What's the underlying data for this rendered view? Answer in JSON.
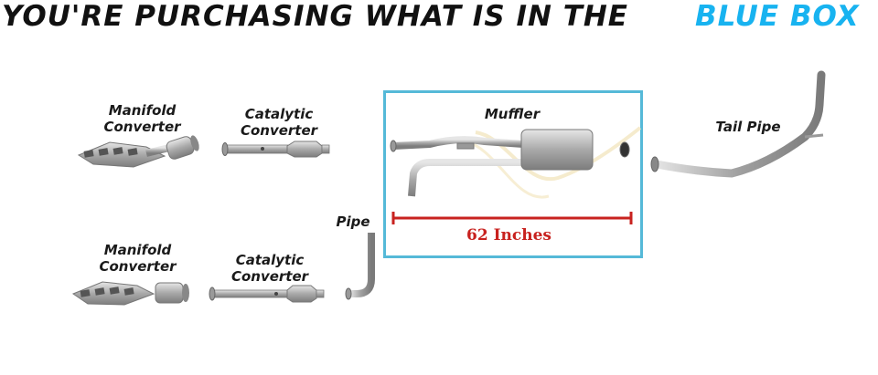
{
  "banner": {
    "text_main": "YOU'RE PURCHASING WHAT IS IN THE",
    "text_highlight": "BLUE BOX",
    "highlight_color": "#18b3f0"
  },
  "parts": {
    "manifold_top": "Manifold\nConverter",
    "catalytic_top": "Catalytic\nConverter",
    "manifold_bottom": "Manifold\nConverter",
    "catalytic_bottom": "Catalytic\nConverter",
    "pipe": "Pipe",
    "muffler": "Muffler",
    "tail_pipe": "Tail Pipe"
  },
  "measurement": {
    "label": "62 Inches",
    "color": "#c8221f"
  },
  "box_color": "#55b9d8"
}
